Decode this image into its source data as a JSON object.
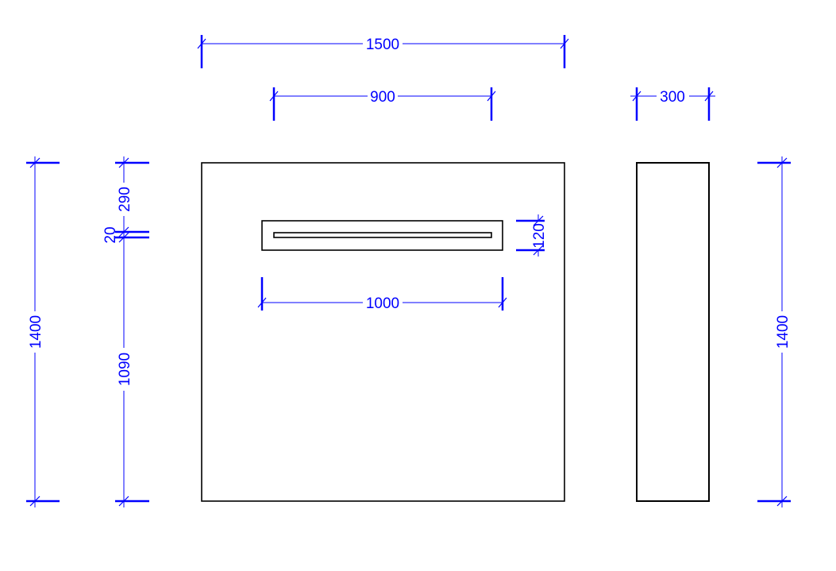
{
  "colors": {
    "dimension": "#0000ff",
    "outline": "#000000",
    "background": "#ffffff"
  },
  "dimensions": {
    "overall_width": "1500",
    "slot_offset_width": "900",
    "depth": "300",
    "overall_height_left": "1400",
    "top_offset": "290",
    "slot_gap": "20",
    "bottom_offset": "1090",
    "slot_height": "120",
    "slot_length": "1000",
    "overall_height_right": "1400"
  }
}
